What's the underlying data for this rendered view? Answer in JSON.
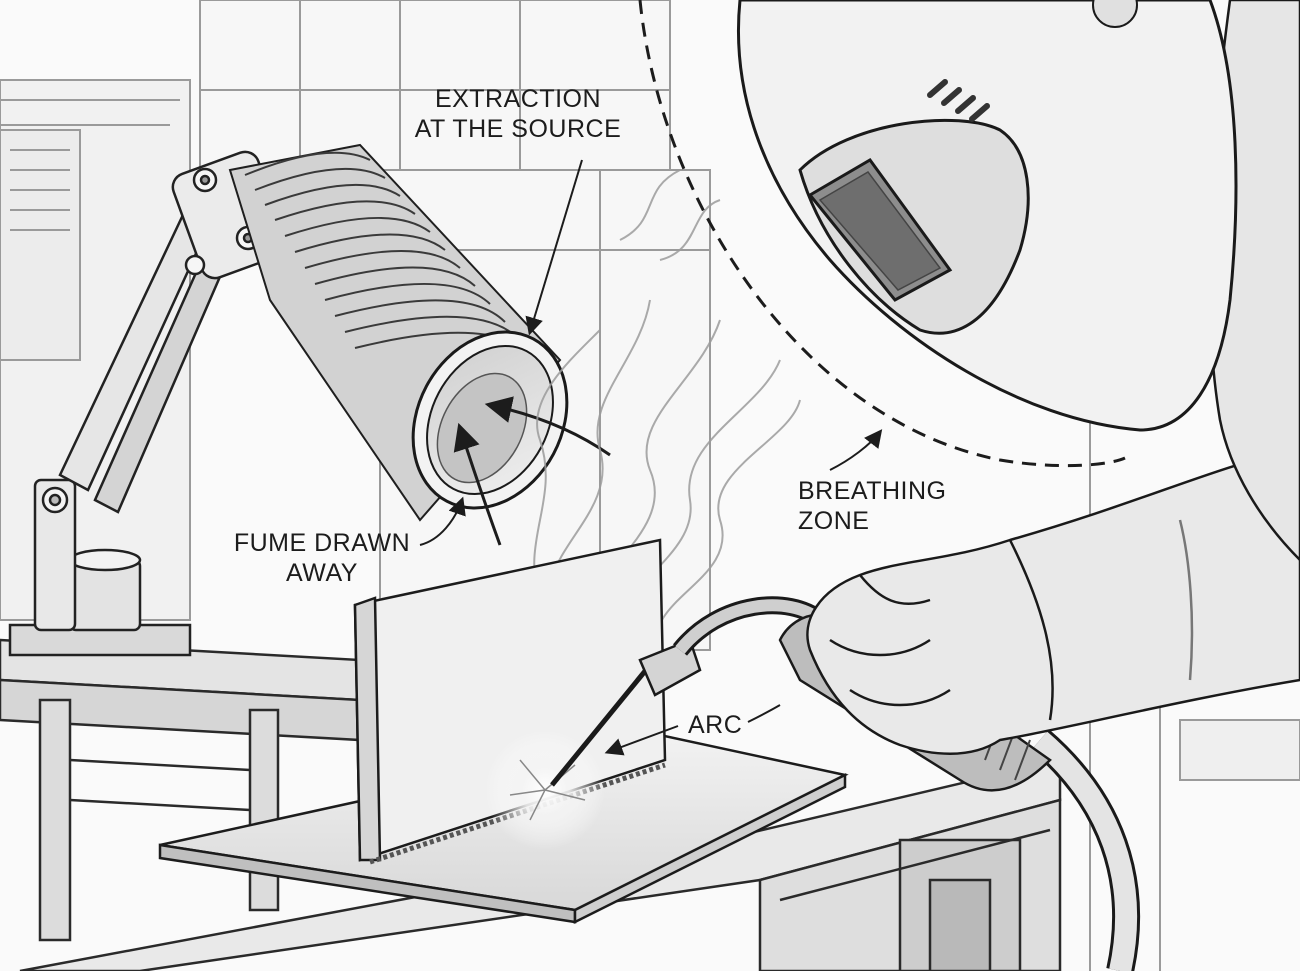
{
  "labels": {
    "extraction_line1": "EXTRACTION",
    "extraction_line2": "AT THE SOURCE",
    "breathing_line1": "BREATHING",
    "breathing_line2": "ZONE",
    "fume_line1": "FUME DRAWN",
    "fume_line2": "AWAY",
    "arc": "ARC"
  },
  "colors": {
    "ink": "#1c1c1c",
    "paper": "#ffffff",
    "light_gray": "#e6e6e6",
    "mid_gray": "#bdbdbd",
    "dark_gray": "#6e6e6e"
  }
}
